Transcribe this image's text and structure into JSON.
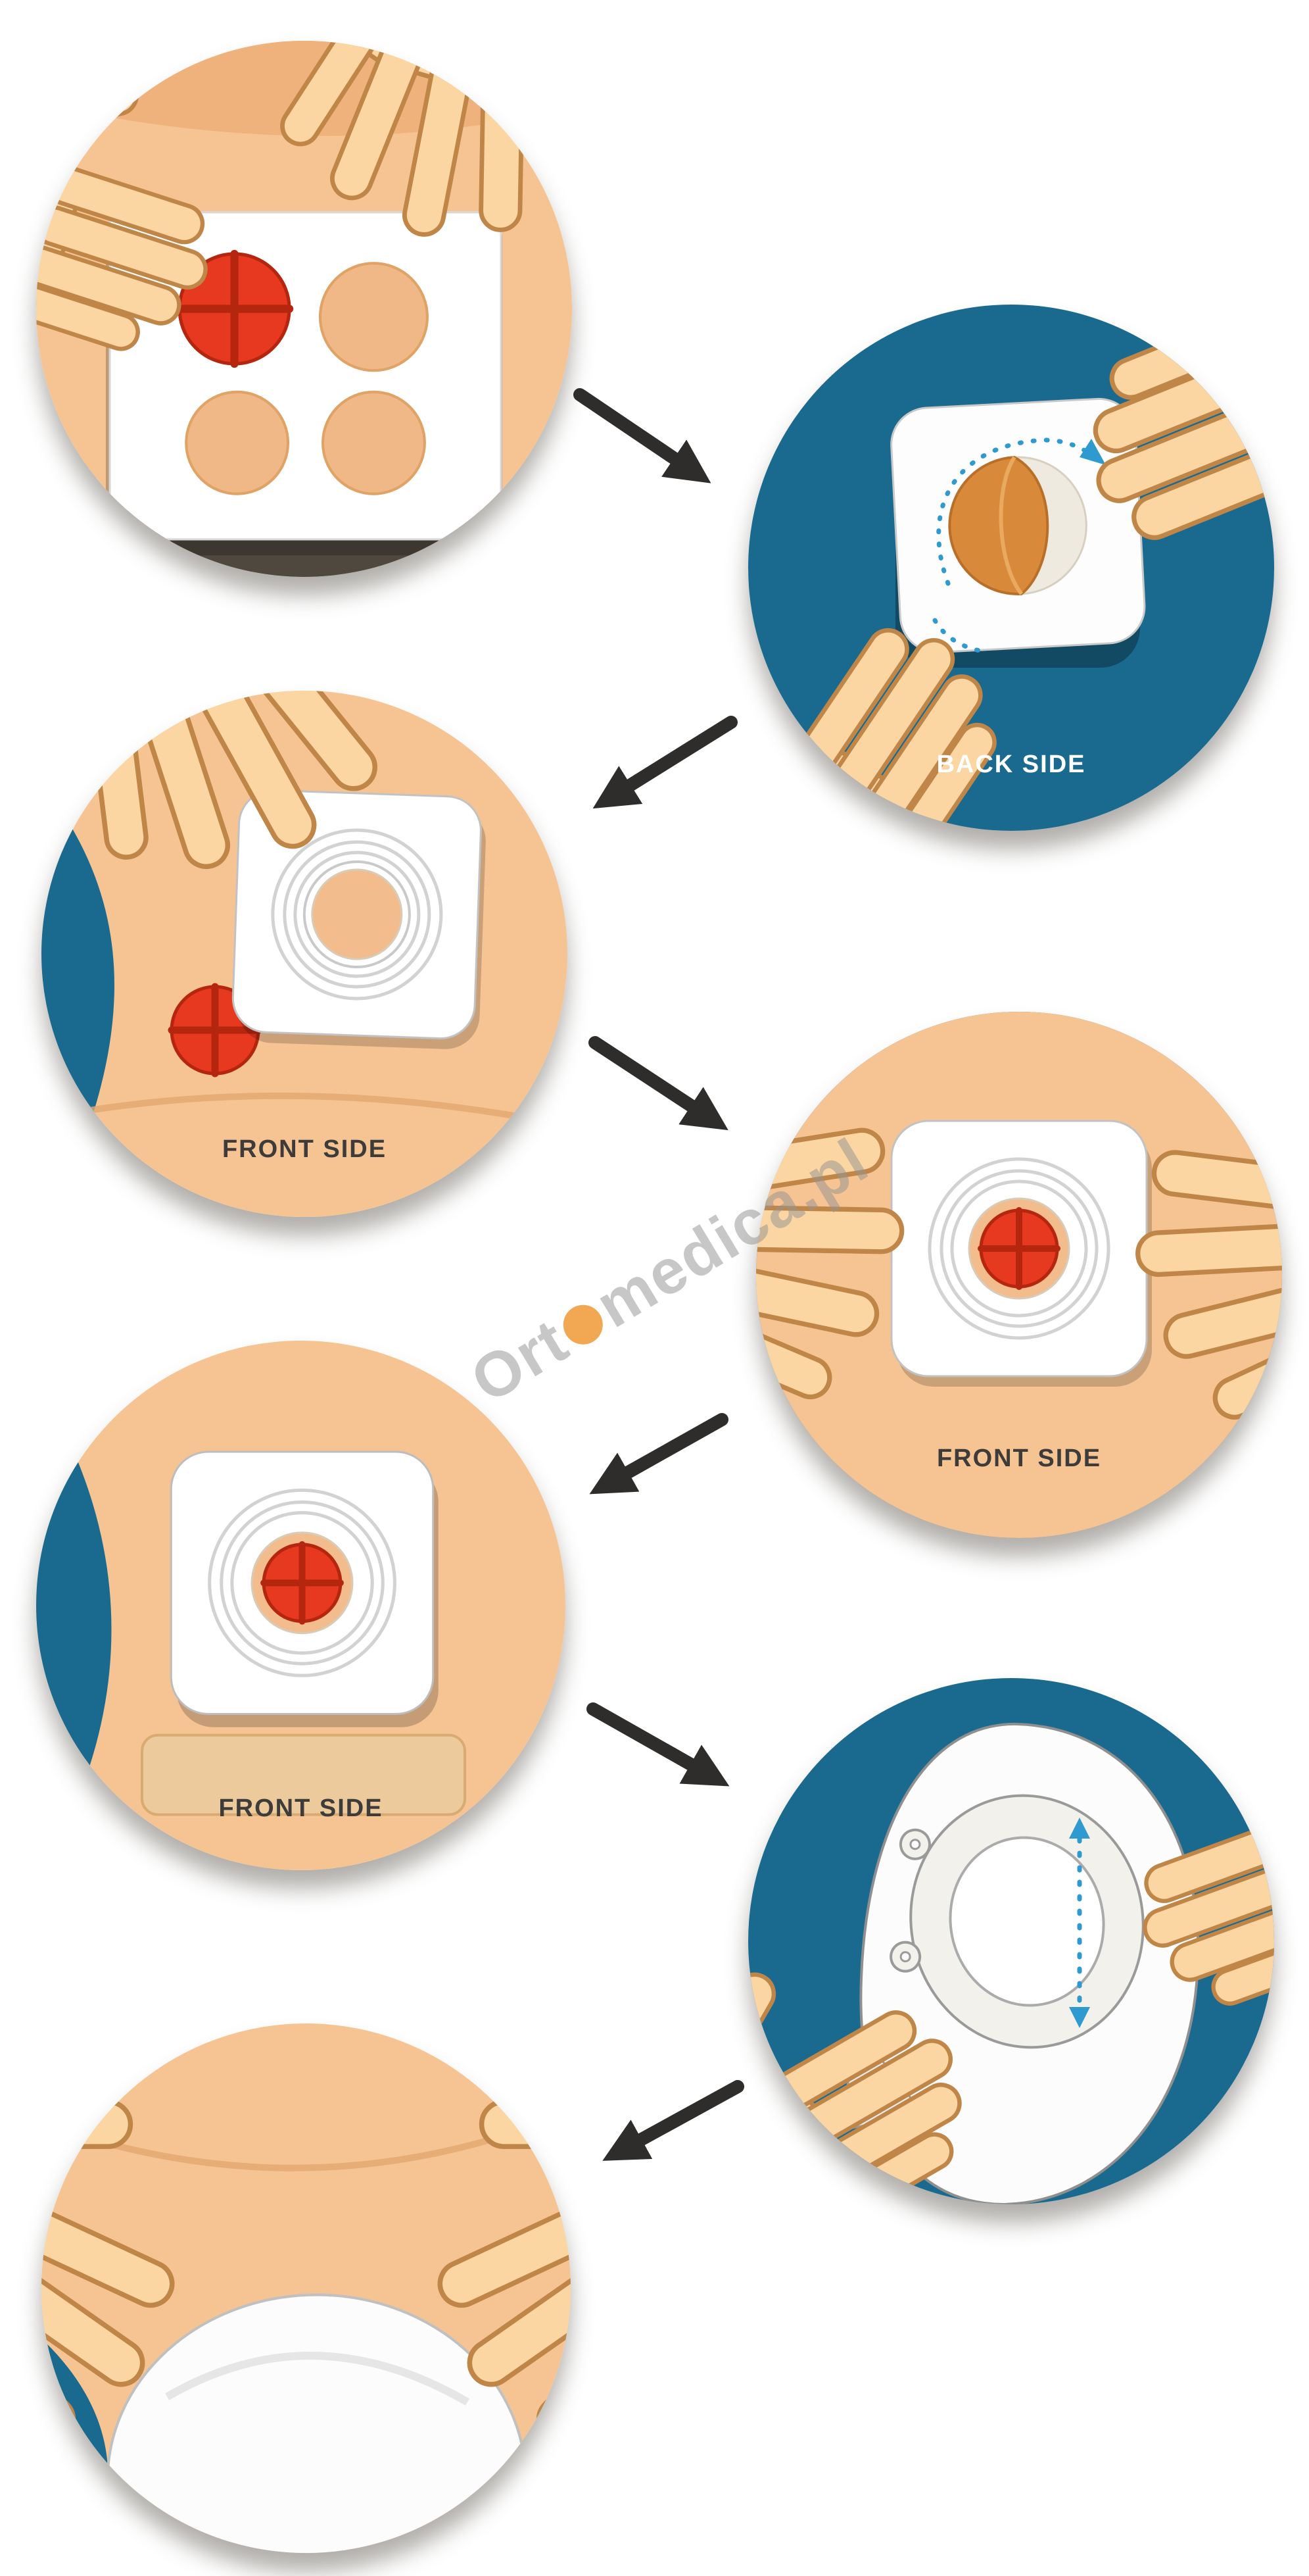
{
  "watermark": {
    "part1": "Ort",
    "part2": "medica.pl",
    "dot_color": "#ef8f23"
  },
  "colors": {
    "teal_background": "#1a6a90",
    "skin": "#f6c493",
    "hand_skin": "#fbd6a2",
    "stoma_red": "#e6391f",
    "stoma_cross_red": "#b5260f",
    "arrow_dark": "#2e2d2c",
    "label_dark": "#3d3c3b",
    "label_light": "#ffffff",
    "dashed_guide_blue": "#2f9ad0"
  },
  "steps": [
    {
      "id": 1,
      "label": ""
    },
    {
      "id": 2,
      "label": "BACK SIDE"
    },
    {
      "id": 3,
      "label": "FRONT SIDE"
    },
    {
      "id": 4,
      "label": "FRONT SIDE"
    },
    {
      "id": 5,
      "label": "FRONT SIDE"
    },
    {
      "id": 6,
      "label": ""
    },
    {
      "id": 7,
      "label": ""
    }
  ]
}
